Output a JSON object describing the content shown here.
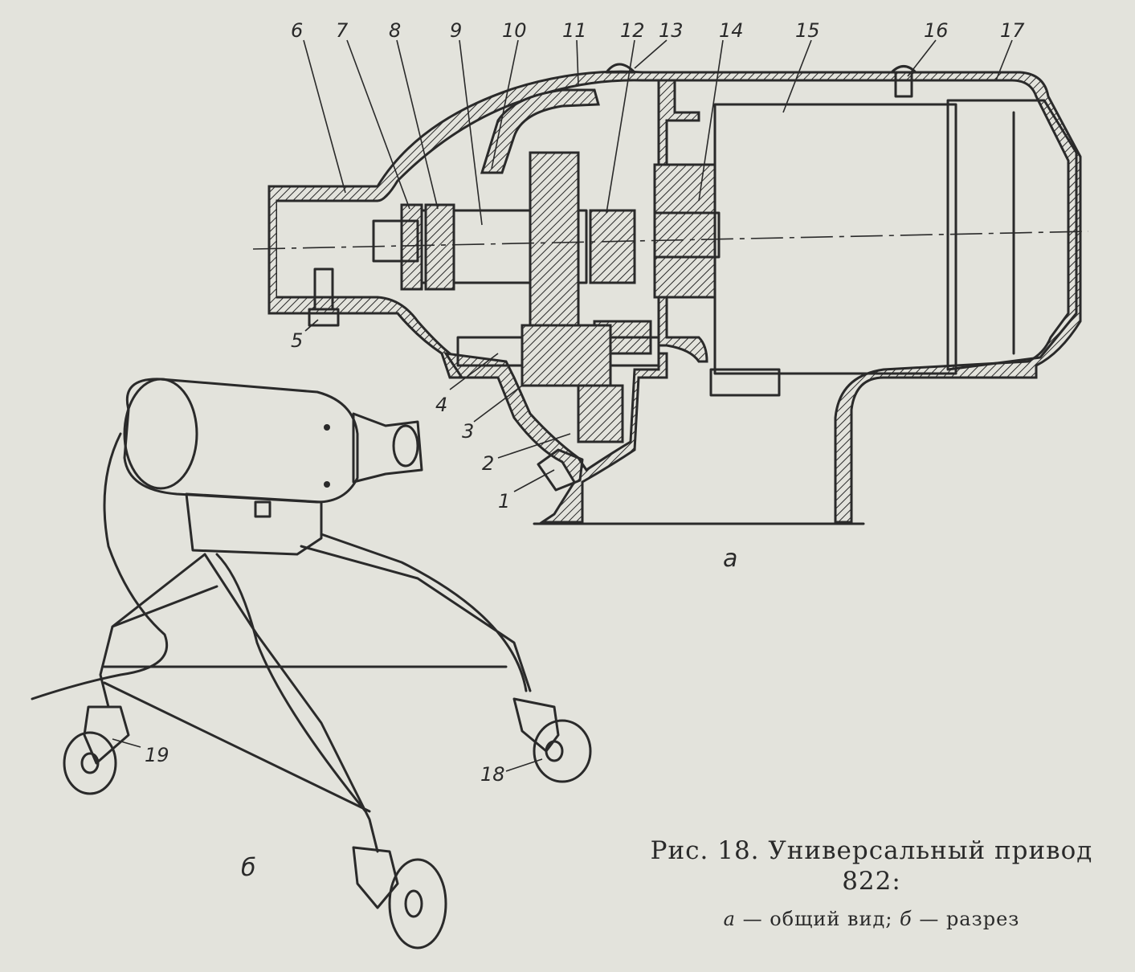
{
  "callouts": [
    {
      "id": "1",
      "text": "1"
    },
    {
      "id": "2",
      "text": "2"
    },
    {
      "id": "3",
      "text": "3"
    },
    {
      "id": "4",
      "text": "4"
    },
    {
      "id": "5",
      "text": "5"
    },
    {
      "id": "6",
      "text": "6"
    },
    {
      "id": "7",
      "text": "7"
    },
    {
      "id": "8",
      "text": "8"
    },
    {
      "id": "9",
      "text": "9"
    },
    {
      "id": "10",
      "text": "10"
    },
    {
      "id": "11",
      "text": "11"
    },
    {
      "id": "12",
      "text": "12"
    },
    {
      "id": "13",
      "text": "13"
    },
    {
      "id": "14",
      "text": "14"
    },
    {
      "id": "15",
      "text": "15"
    },
    {
      "id": "16",
      "text": "16"
    },
    {
      "id": "17",
      "text": "17"
    },
    {
      "id": "18",
      "text": "18"
    },
    {
      "id": "19",
      "text": "19"
    }
  ],
  "panels": {
    "a": "а",
    "b": "б"
  },
  "caption": {
    "title_line1": "Рис. 18. Универсальный привод",
    "title_line2": "822:",
    "sub_a_letter": "а",
    "sub_a_text": " — общий вид; ",
    "sub_b_letter": "б",
    "sub_b_text": " — разрез"
  },
  "colors": {
    "paper": "#e3e3dc",
    "ink": "#2a2a2a"
  }
}
